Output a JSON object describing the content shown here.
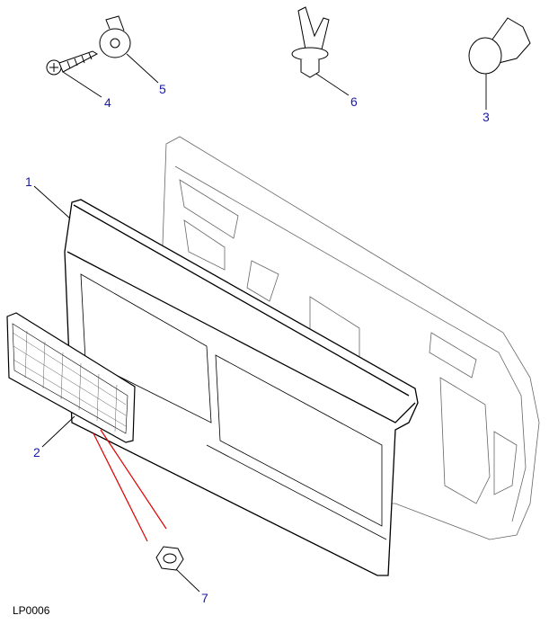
{
  "diagram": {
    "reference_code": "LP0006",
    "callout_color": "#1a1aa6",
    "leader_color": "#1a1aa6",
    "highlight_color": "#e00000",
    "callouts": [
      {
        "id": "1",
        "label": "1",
        "part": "trim-panel"
      },
      {
        "id": "2",
        "label": "2",
        "part": "mesh-grille"
      },
      {
        "id": "3",
        "label": "3",
        "part": "push-fastener"
      },
      {
        "id": "4",
        "label": "4",
        "part": "screw"
      },
      {
        "id": "5",
        "label": "5",
        "part": "spire-nut-clip"
      },
      {
        "id": "6",
        "label": "6",
        "part": "retaining-clip"
      },
      {
        "id": "7",
        "label": "7",
        "part": "hex-nut"
      }
    ]
  }
}
